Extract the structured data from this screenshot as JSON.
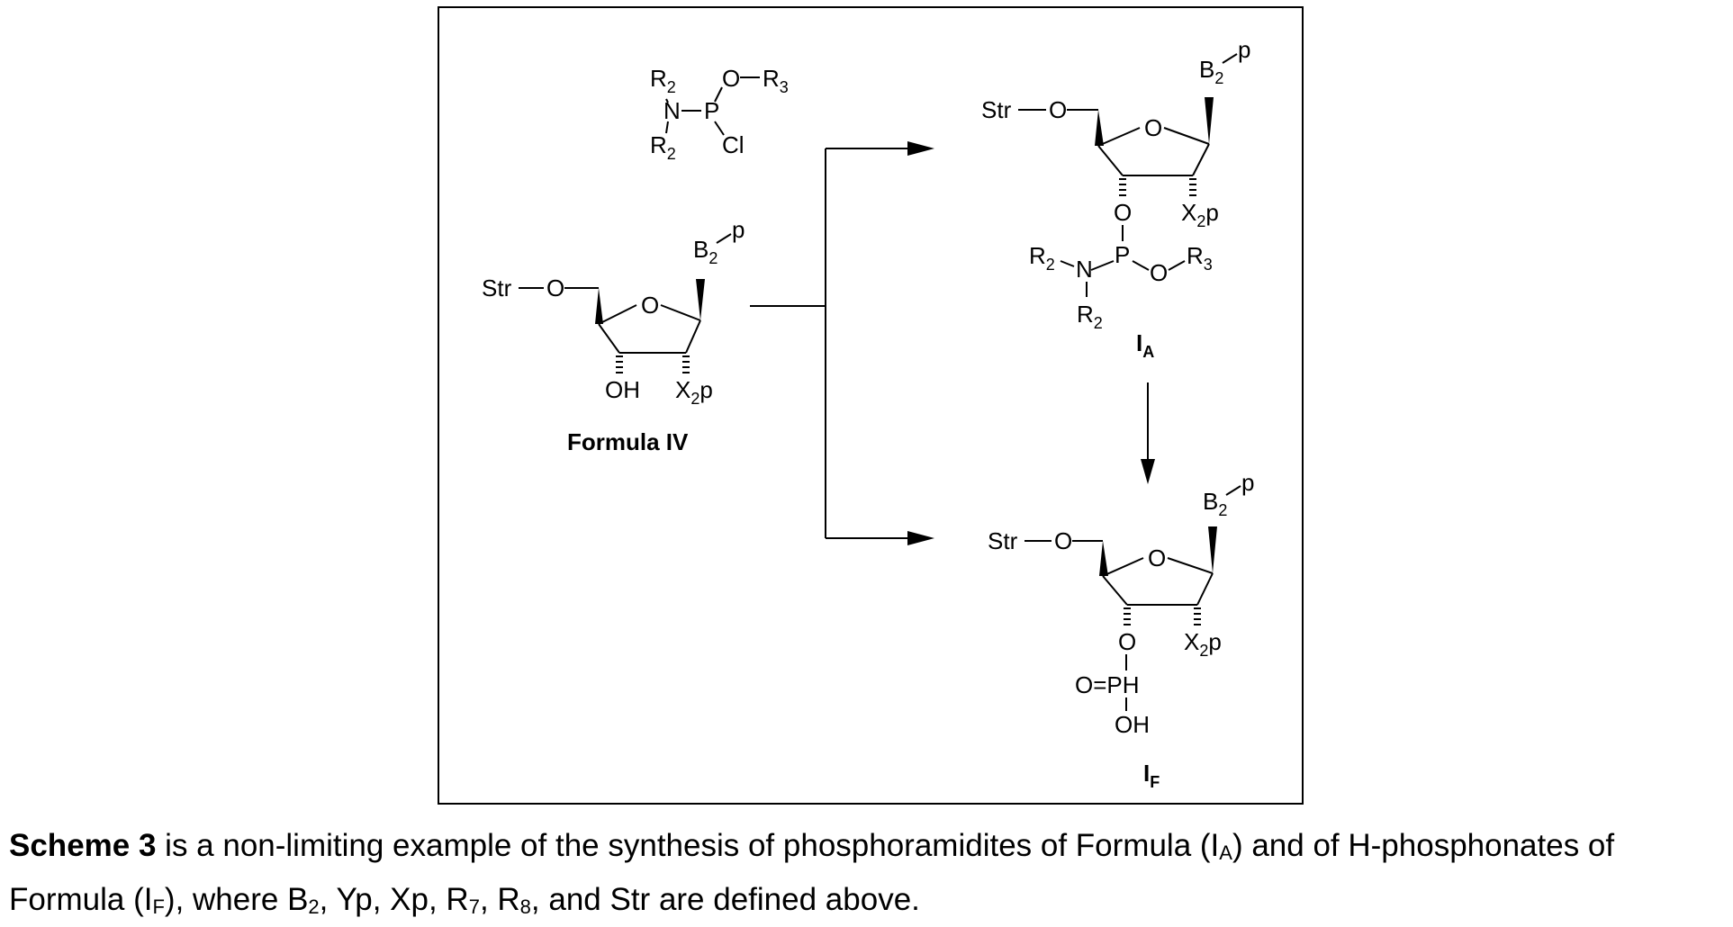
{
  "reagent": {
    "R2a": "R",
    "R2a_sub": "2",
    "N": "N",
    "R2b": "R",
    "R2b_sub": "2",
    "P": "P",
    "O": "O",
    "R3": "R",
    "R3_sub": "3",
    "Cl": "Cl"
  },
  "formula_iv": {
    "Str": "Str",
    "O5": "O",
    "Oring": "O",
    "B": "B",
    "B_sub": "2",
    "B_p": "p",
    "OH": "OH",
    "X": "X",
    "X_sub": "2",
    "X_p": "p",
    "name": "Formula IV"
  },
  "product_ia": {
    "Str": "Str",
    "O5": "O",
    "Oring": "O",
    "B": "B",
    "B_sub": "2",
    "B_p": "p",
    "O3": "O",
    "X": "X",
    "X_sub": "2",
    "X_p": "p",
    "P": "P",
    "N": "N",
    "R2a": "R",
    "R2a_sub": "2",
    "R2b": "R",
    "R2b_sub": "2",
    "O": "O",
    "R3": "R",
    "R3_sub": "3",
    "I": "I",
    "I_sub": "A"
  },
  "product_if": {
    "Str": "Str",
    "O5": "O",
    "Oring": "O",
    "B": "B",
    "B_sub": "2",
    "B_p": "p",
    "O3": "O",
    "X": "X",
    "X_sub": "2",
    "X_p": "p",
    "O_dbl": "O",
    "eq": "=",
    "PH": "PH",
    "OH": "OH",
    "I": "I",
    "I_sub": "F"
  },
  "caption": {
    "bold": "Scheme 3",
    "t1": " is a non-limiting example of the synthesis of phosphoramidites of Formula (I",
    "s1": "A",
    "t2": ") and of H-phosphonates of",
    "t3": "Formula (I",
    "s2": "F",
    "t4": "), where B",
    "s3": "2",
    "t5": ", Yp, Xp, R",
    "s4": "7",
    "t6": ", R",
    "s5": "8",
    "t7": ", and Str are defined above."
  }
}
